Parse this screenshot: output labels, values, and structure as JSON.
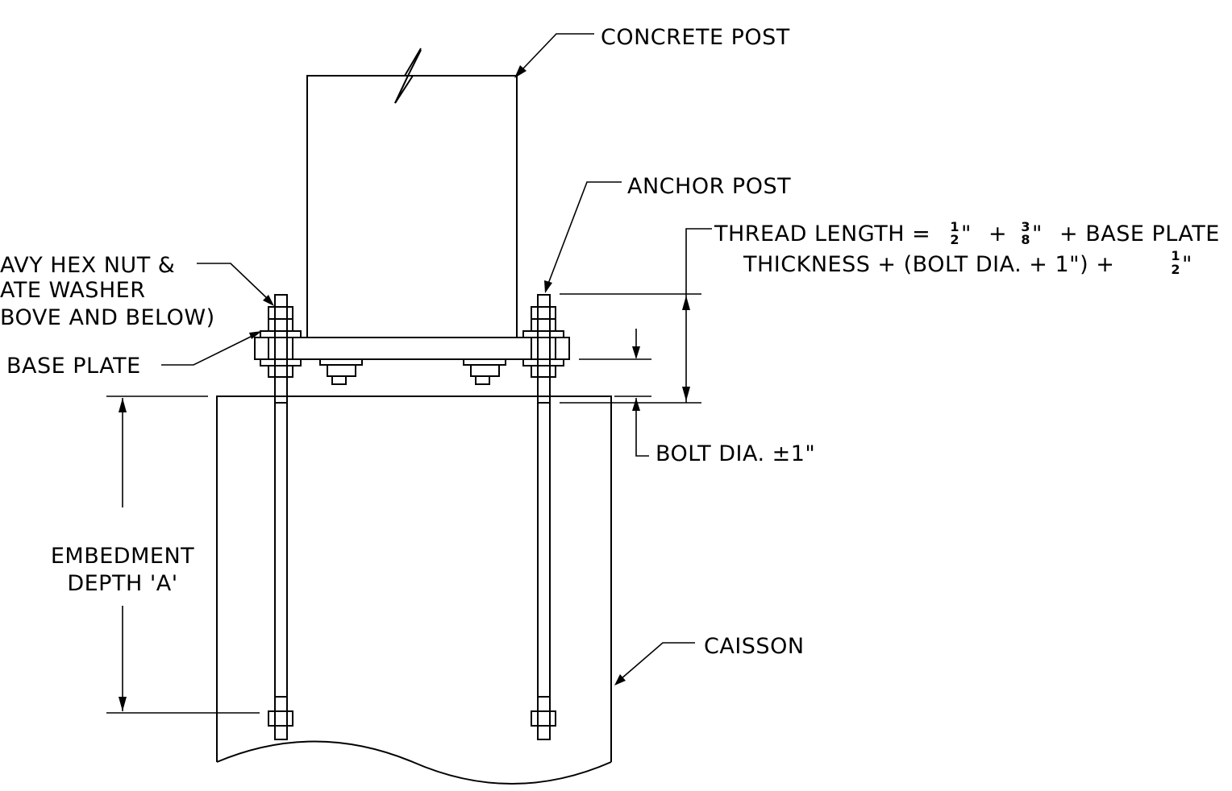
{
  "labels": {
    "concrete_post": "CONCRETE POST",
    "anchor_post": "ANCHOR POST",
    "nut_line1": "AVY HEX NUT &",
    "nut_line2": "ATE WASHER",
    "nut_line3": "BOVE AND BELOW)",
    "base_plate": "BASE PLATE",
    "thread_pre": "THREAD LENGTH =",
    "thread_plus1": "+",
    "thread_plus2": "+ BASE PLATE",
    "thread_line2": "THICKNESS + (BOLT DIA. + 1\") +",
    "bolt_dia": "BOLT DIA. ±1\"",
    "embed_line1": "EMBEDMENT",
    "embed_line2": "DEPTH 'A'",
    "caisson": "CAISSON"
  },
  "fractions": {
    "half_a": {
      "num": "1",
      "den": "2"
    },
    "three_eighths": {
      "num": "3",
      "den": "8"
    },
    "half_b": {
      "num": "1",
      "den": "2"
    }
  },
  "colors": {
    "ink": "#000000",
    "background": "#ffffff"
  }
}
